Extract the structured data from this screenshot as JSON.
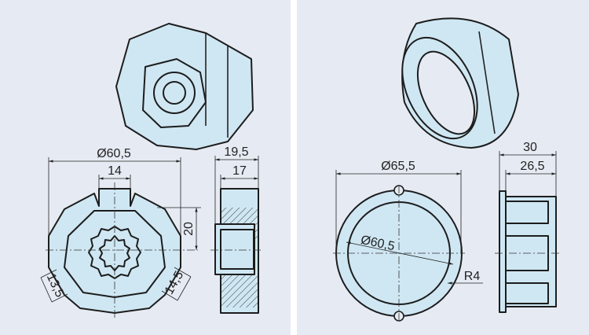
{
  "colors": {
    "background": "#e6ebf3",
    "part_fill": "#cfe7f3",
    "outline": "#1d1d1d",
    "divider": "#ffffff"
  },
  "left_panel": {
    "dimensions": {
      "outer_diameter": "Ø60,5",
      "slot_width": "14",
      "slot_height": "20",
      "left_wing": "13,5",
      "right_wing": "14,5",
      "total_length": "19,5",
      "body_length": "17"
    }
  },
  "right_panel": {
    "dimensions": {
      "outer_diameter": "Ø65,5",
      "inner_diameter": "Ø60,5",
      "notch_radius": "R4",
      "total_length": "30",
      "body_length": "26,5"
    }
  }
}
